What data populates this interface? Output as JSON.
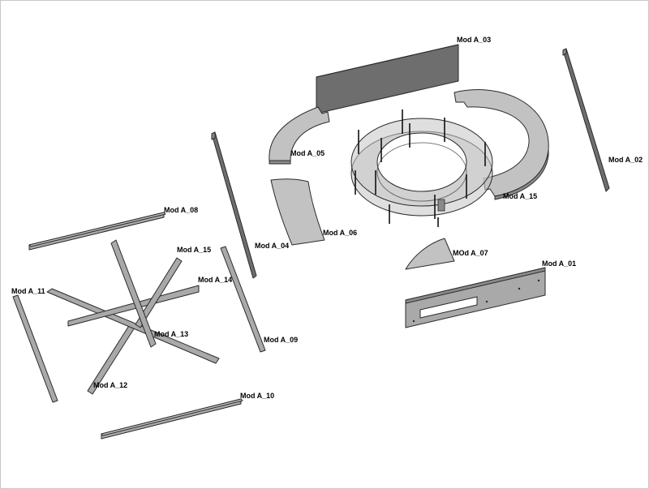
{
  "labels": {
    "a01": "Mod A_01",
    "a02": "Mod A_02",
    "a03": "Mod A_03",
    "a04": "Mod A_04",
    "a05": "Mod A_05",
    "a06": "Mod A_06",
    "a07": "MOd A_07",
    "a08": "Mod A_08",
    "a09": "Mod A_09",
    "a10": "Mod A_10",
    "a11": "Mod A_11",
    "a12": "Mod A_12",
    "a13": "Mod A_13",
    "a14": "Mod A_14",
    "a15a": "Mod A_15",
    "a15b": "Mod A_15"
  }
}
